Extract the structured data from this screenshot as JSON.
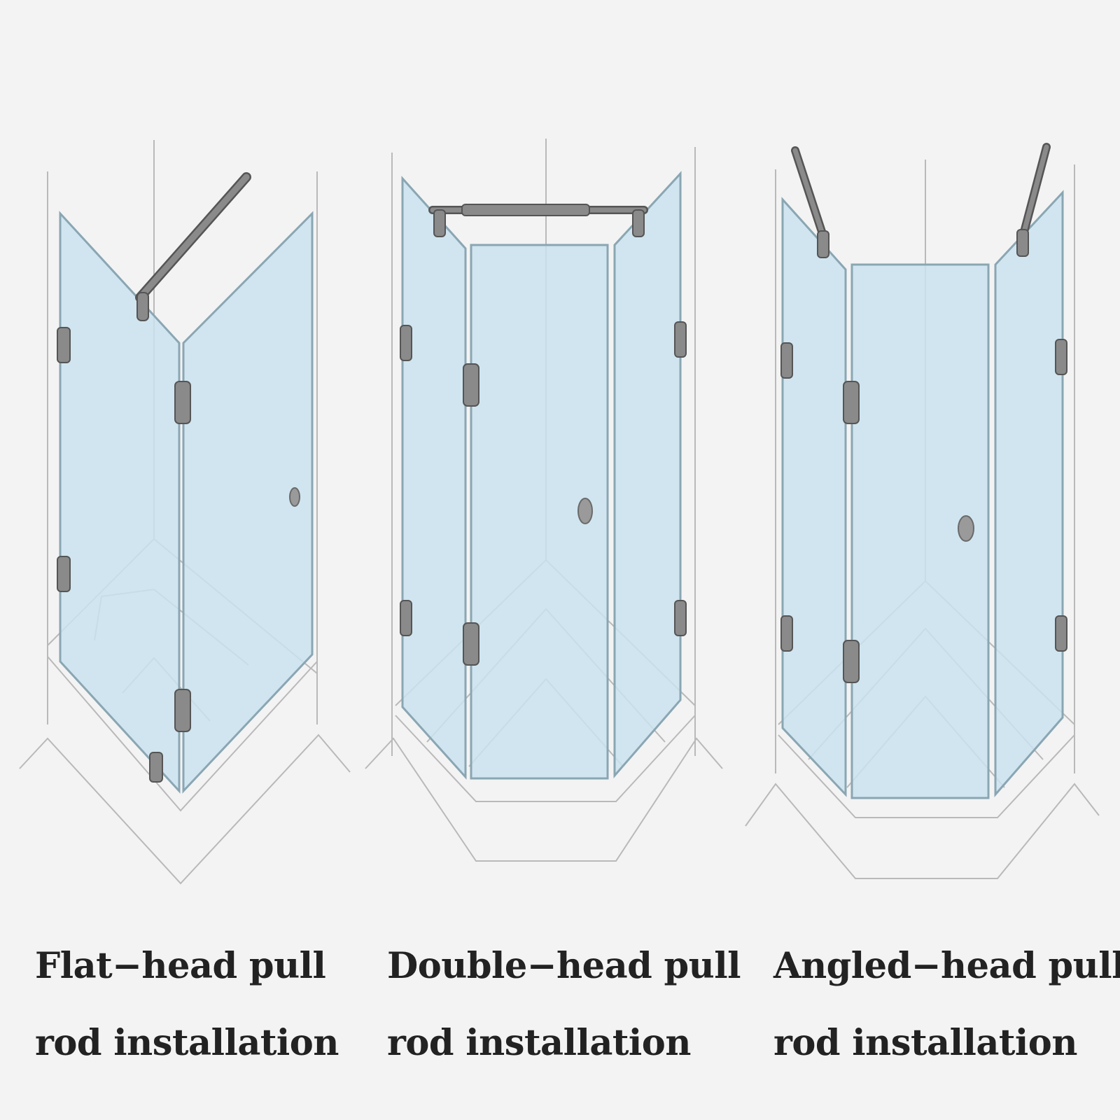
{
  "colors": {
    "background": "#f3f3f3",
    "glass_fill": "#c9e2ee",
    "glass_edge": "#8aa6b3",
    "line": "#b9b9b9",
    "hardware": "#8a8a8a",
    "hardware_edge": "#555555"
  },
  "variants": [
    {
      "type": "flat",
      "line1": "Flat−head pull",
      "line2": "rod installation"
    },
    {
      "type": "double",
      "line1": "Double−head pull",
      "line2": "rod installation"
    },
    {
      "type": "angled",
      "line1": "Angled−head pull",
      "line2": "rod installation"
    }
  ]
}
